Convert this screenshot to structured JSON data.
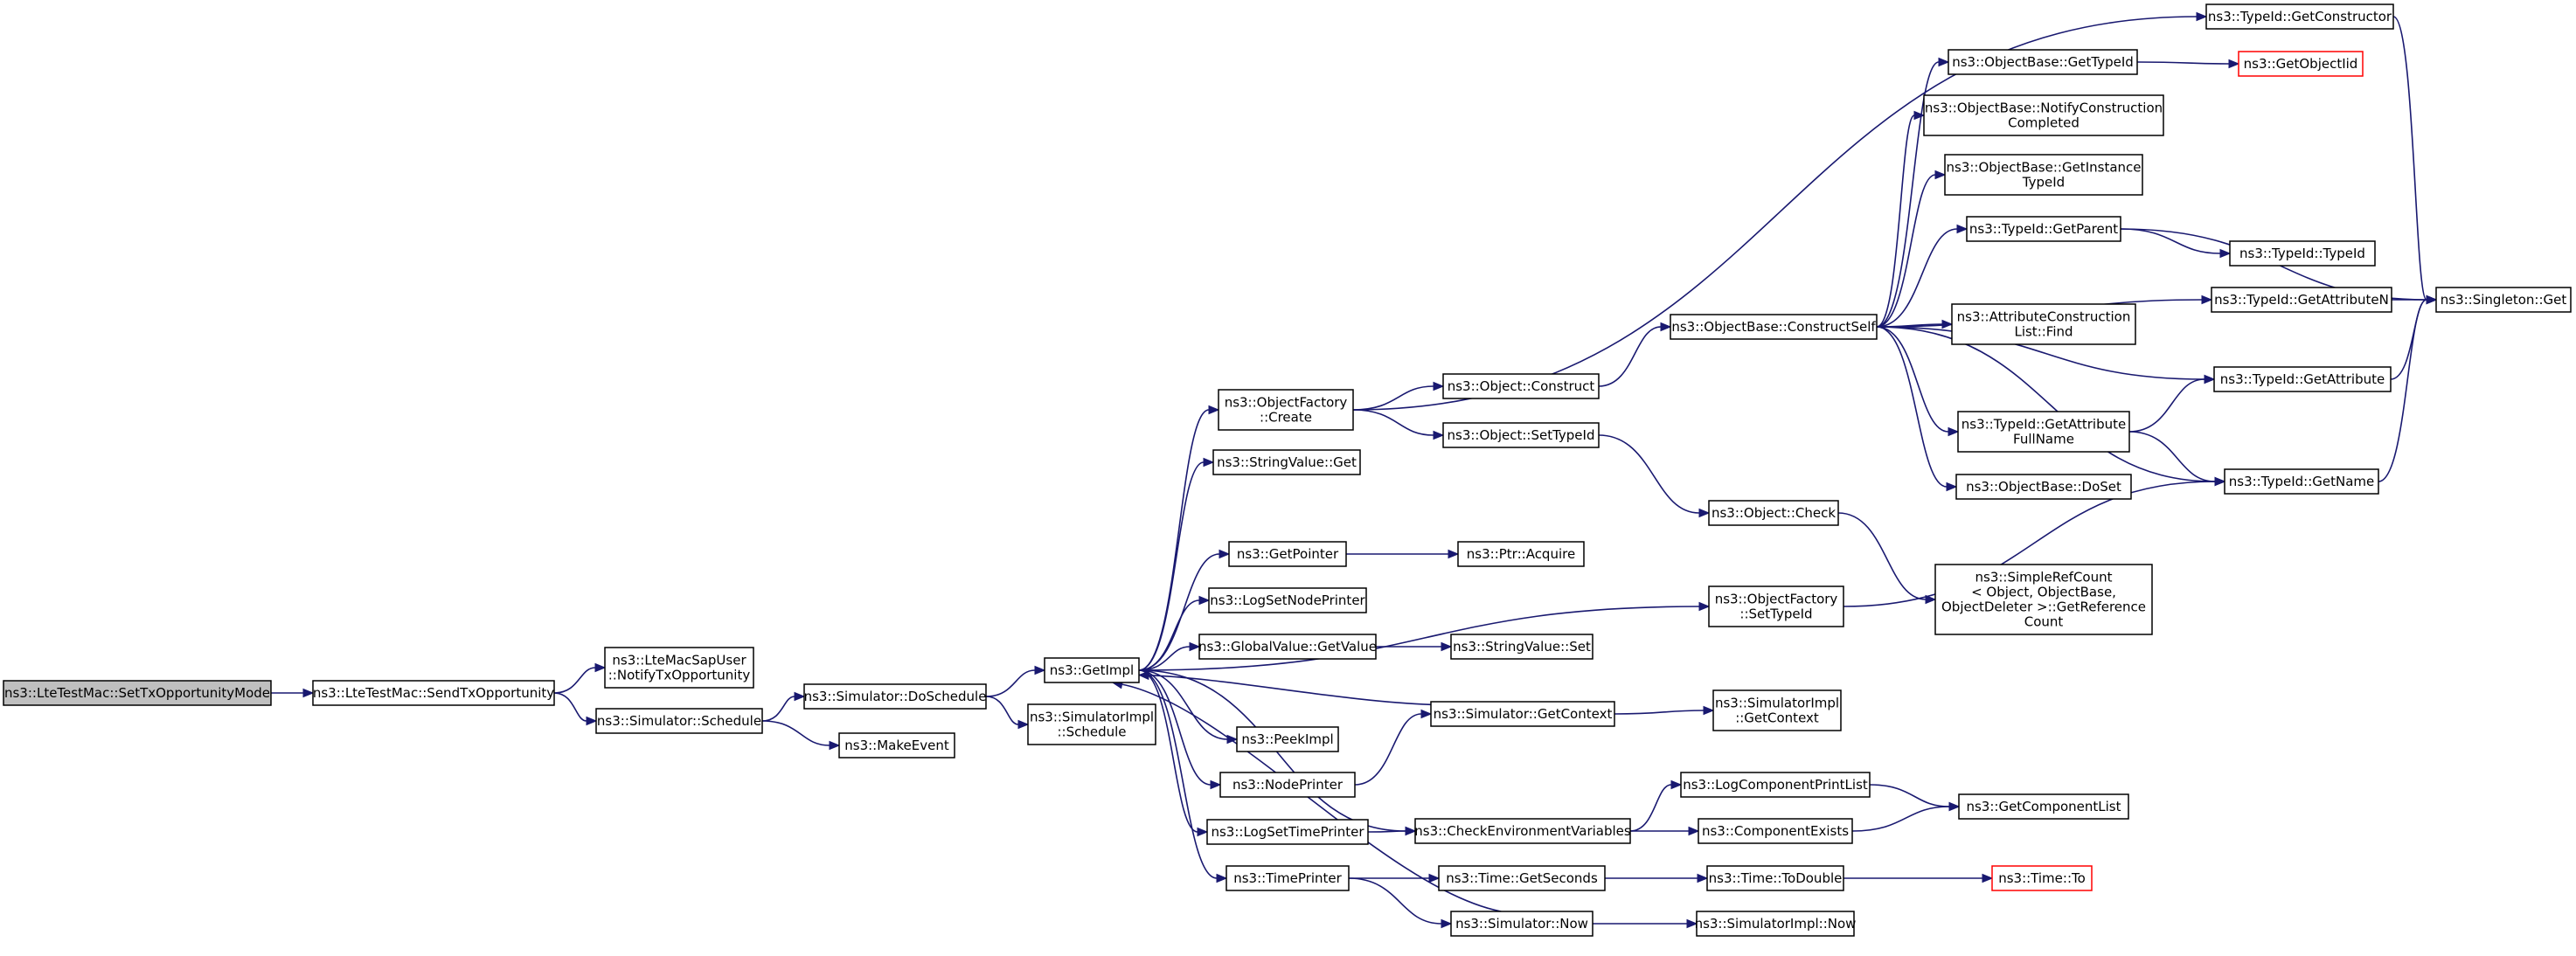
{
  "diagram": {
    "nodes": [
      {
        "id": "root",
        "lines": [
          "ns3::LteTestMac::SetTxOpportunityMode"
        ],
        "style": "root"
      },
      {
        "id": "sendtx",
        "lines": [
          "ns3::LteTestMac::SendTxOpportunity"
        ]
      },
      {
        "id": "notify",
        "lines": [
          "ns3::LteMacSapUser",
          "::NotifyTxOpportunity"
        ]
      },
      {
        "id": "schedule",
        "lines": [
          "ns3::Simulator::Schedule"
        ]
      },
      {
        "id": "doschedule",
        "lines": [
          "ns3::Simulator::DoSchedule"
        ]
      },
      {
        "id": "makeevent",
        "lines": [
          "ns3::MakeEvent"
        ]
      },
      {
        "id": "getimpl",
        "lines": [
          "ns3::GetImpl"
        ]
      },
      {
        "id": "simimplschedule",
        "lines": [
          "ns3::SimulatorImpl",
          "::Schedule"
        ]
      },
      {
        "id": "ofcreate",
        "lines": [
          "ns3::ObjectFactory",
          "::Create"
        ]
      },
      {
        "id": "stringvalueget",
        "lines": [
          "ns3::StringValue::Get"
        ]
      },
      {
        "id": "getpointer",
        "lines": [
          "ns3::GetPointer"
        ]
      },
      {
        "id": "logsetnodeprinter",
        "lines": [
          "ns3::LogSetNodePrinter"
        ]
      },
      {
        "id": "globalvalueget",
        "lines": [
          "ns3::GlobalValue::GetValue"
        ]
      },
      {
        "id": "peekimpl",
        "lines": [
          "ns3::PeekImpl"
        ]
      },
      {
        "id": "nodeprinter",
        "lines": [
          "ns3::NodePrinter"
        ]
      },
      {
        "id": "logsettimeprinter",
        "lines": [
          "ns3::LogSetTimePrinter"
        ]
      },
      {
        "id": "timeprinter",
        "lines": [
          "ns3::TimePrinter"
        ]
      },
      {
        "id": "objconstruct",
        "lines": [
          "ns3::Object::Construct"
        ]
      },
      {
        "id": "objsettypeid",
        "lines": [
          "ns3::Object::SetTypeId"
        ]
      },
      {
        "id": "ptracquire",
        "lines": [
          "ns3::Ptr::Acquire"
        ]
      },
      {
        "id": "stringvalueset",
        "lines": [
          "ns3::StringValue::Set"
        ]
      },
      {
        "id": "simgetcontext",
        "lines": [
          "ns3::Simulator::GetContext"
        ]
      },
      {
        "id": "checkenv",
        "lines": [
          "ns3::CheckEnvironmentVariables"
        ]
      },
      {
        "id": "timegetseconds",
        "lines": [
          "ns3::Time::GetSeconds"
        ]
      },
      {
        "id": "simnow",
        "lines": [
          "ns3::Simulator::Now"
        ]
      },
      {
        "id": "constructself",
        "lines": [
          "ns3::ObjectBase::ConstructSelf"
        ]
      },
      {
        "id": "objcheck",
        "lines": [
          "ns3::Object::Check"
        ]
      },
      {
        "id": "ofsettypeid",
        "lines": [
          "ns3::ObjectFactory",
          "::SetTypeId"
        ]
      },
      {
        "id": "simimplgetcontext",
        "lines": [
          "ns3::SimulatorImpl",
          "::GetContext"
        ]
      },
      {
        "id": "logcompprintlist",
        "lines": [
          "ns3::LogComponentPrintList"
        ]
      },
      {
        "id": "compexists",
        "lines": [
          "ns3::ComponentExists"
        ]
      },
      {
        "id": "timetodouble",
        "lines": [
          "ns3::Time::ToDouble"
        ]
      },
      {
        "id": "simimplnow",
        "lines": [
          "ns3::SimulatorImpl::Now"
        ]
      },
      {
        "id": "obgettypeid",
        "lines": [
          "ns3::ObjectBase::GetTypeId"
        ]
      },
      {
        "id": "obnotify",
        "lines": [
          "ns3::ObjectBase::NotifyConstruction",
          "Completed"
        ]
      },
      {
        "id": "obgetinstance",
        "lines": [
          "ns3::ObjectBase::GetInstance",
          "TypeId"
        ]
      },
      {
        "id": "tidgetparent",
        "lines": [
          "ns3::TypeId::GetParent"
        ]
      },
      {
        "id": "attrconstruct",
        "lines": [
          "ns3::AttributeConstruction",
          "List::Find"
        ]
      },
      {
        "id": "tidgetattrfull",
        "lines": [
          "ns3::TypeId::GetAttribute",
          "FullName"
        ]
      },
      {
        "id": "obdoset",
        "lines": [
          "ns3::ObjectBase::DoSet"
        ]
      },
      {
        "id": "simplerefcount",
        "lines": [
          "ns3::SimpleRefCount",
          "< Object, ObjectBase,",
          " ObjectDeleter >::GetReference",
          "Count"
        ]
      },
      {
        "id": "getcomplist",
        "lines": [
          "ns3::GetComponentList"
        ]
      },
      {
        "id": "timeto",
        "lines": [
          "ns3::Time::To"
        ],
        "style": "red"
      },
      {
        "id": "tidgetconstructor",
        "lines": [
          "ns3::TypeId::GetConstructor"
        ]
      },
      {
        "id": "getobjectiid",
        "lines": [
          "ns3::GetObjectIid"
        ],
        "style": "red"
      },
      {
        "id": "tidtypeid",
        "lines": [
          "ns3::TypeId::TypeId"
        ]
      },
      {
        "id": "tidgetattrn",
        "lines": [
          "ns3::TypeId::GetAttributeN"
        ]
      },
      {
        "id": "tidgetattr",
        "lines": [
          "ns3::TypeId::GetAttribute"
        ]
      },
      {
        "id": "tidgetname",
        "lines": [
          "ns3::TypeId::GetName"
        ]
      },
      {
        "id": "singletonget",
        "lines": [
          "ns3::Singleton::Get"
        ]
      }
    ],
    "edges": [
      [
        "root",
        "sendtx"
      ],
      [
        "sendtx",
        "notify"
      ],
      [
        "sendtx",
        "schedule"
      ],
      [
        "schedule",
        "doschedule"
      ],
      [
        "schedule",
        "makeevent"
      ],
      [
        "doschedule",
        "getimpl"
      ],
      [
        "doschedule",
        "simimplschedule"
      ],
      [
        "getimpl",
        "ofcreate"
      ],
      [
        "getimpl",
        "stringvalueget"
      ],
      [
        "getimpl",
        "getpointer"
      ],
      [
        "getimpl",
        "logsetnodeprinter"
      ],
      [
        "getimpl",
        "globalvalueget"
      ],
      [
        "getimpl",
        "peekimpl"
      ],
      [
        "getimpl",
        "nodeprinter"
      ],
      [
        "getimpl",
        "logsettimeprinter"
      ],
      [
        "getimpl",
        "timeprinter"
      ],
      [
        "getimpl",
        "ofsettypeid"
      ],
      [
        "getimpl",
        "checkenv"
      ],
      [
        "ofcreate",
        "objconstruct"
      ],
      [
        "ofcreate",
        "objsettypeid"
      ],
      [
        "ofcreate",
        "tidgetconstructor"
      ],
      [
        "getpointer",
        "ptracquire"
      ],
      [
        "globalvalueget",
        "stringvalueset"
      ],
      [
        "nodeprinter",
        "simgetcontext"
      ],
      [
        "simgetcontext",
        "getimpl"
      ],
      [
        "simgetcontext",
        "simimplgetcontext"
      ],
      [
        "logsettimeprinter",
        "checkenv"
      ],
      [
        "timeprinter",
        "timegetseconds"
      ],
      [
        "timeprinter",
        "simnow"
      ],
      [
        "simnow",
        "getimpl"
      ],
      [
        "simnow",
        "simimplnow"
      ],
      [
        "objconstruct",
        "constructself"
      ],
      [
        "objsettypeid",
        "objcheck"
      ],
      [
        "objcheck",
        "simplerefcount"
      ],
      [
        "ofsettypeid",
        "tidgetname"
      ],
      [
        "checkenv",
        "logcompprintlist"
      ],
      [
        "checkenv",
        "compexists"
      ],
      [
        "logcompprintlist",
        "getcomplist"
      ],
      [
        "compexists",
        "getcomplist"
      ],
      [
        "timegetseconds",
        "timetodouble"
      ],
      [
        "timetodouble",
        "timeto"
      ],
      [
        "constructself",
        "obgettypeid"
      ],
      [
        "constructself",
        "obnotify"
      ],
      [
        "constructself",
        "obgetinstance"
      ],
      [
        "constructself",
        "tidgetparent"
      ],
      [
        "constructself",
        "tidgetattrn"
      ],
      [
        "constructself",
        "attrconstruct"
      ],
      [
        "constructself",
        "tidgetattr"
      ],
      [
        "constructself",
        "tidgetattrfull"
      ],
      [
        "constructself",
        "obdoset"
      ],
      [
        "constructself",
        "tidgetname"
      ],
      [
        "obgettypeid",
        "getobjectiid"
      ],
      [
        "tidgetparent",
        "tidtypeid"
      ],
      [
        "tidgetparent",
        "singletonget"
      ],
      [
        "tidgetattrn",
        "singletonget"
      ],
      [
        "tidgetattr",
        "singletonget"
      ],
      [
        "tidgetattrfull",
        "tidgetattr"
      ],
      [
        "tidgetattrfull",
        "tidgetname"
      ],
      [
        "tidgetname",
        "singletonget"
      ],
      [
        "tidgetconstructor",
        "singletonget"
      ]
    ]
  }
}
